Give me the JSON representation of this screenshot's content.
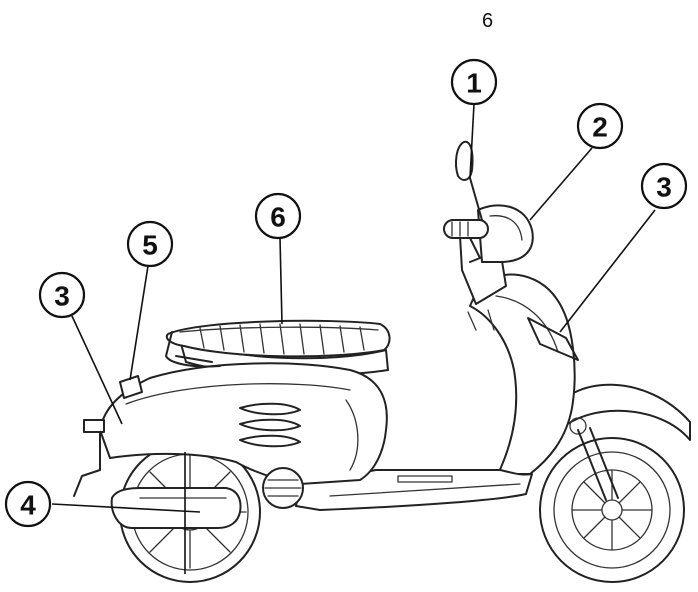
{
  "page_number": "6",
  "callouts": [
    {
      "id": "c1",
      "label": "1"
    },
    {
      "id": "c2",
      "label": "2"
    },
    {
      "id": "c3a",
      "label": "3"
    },
    {
      "id": "c3b",
      "label": "3"
    },
    {
      "id": "c4",
      "label": "4"
    },
    {
      "id": "c5",
      "label": "5"
    },
    {
      "id": "c6",
      "label": "6"
    }
  ]
}
